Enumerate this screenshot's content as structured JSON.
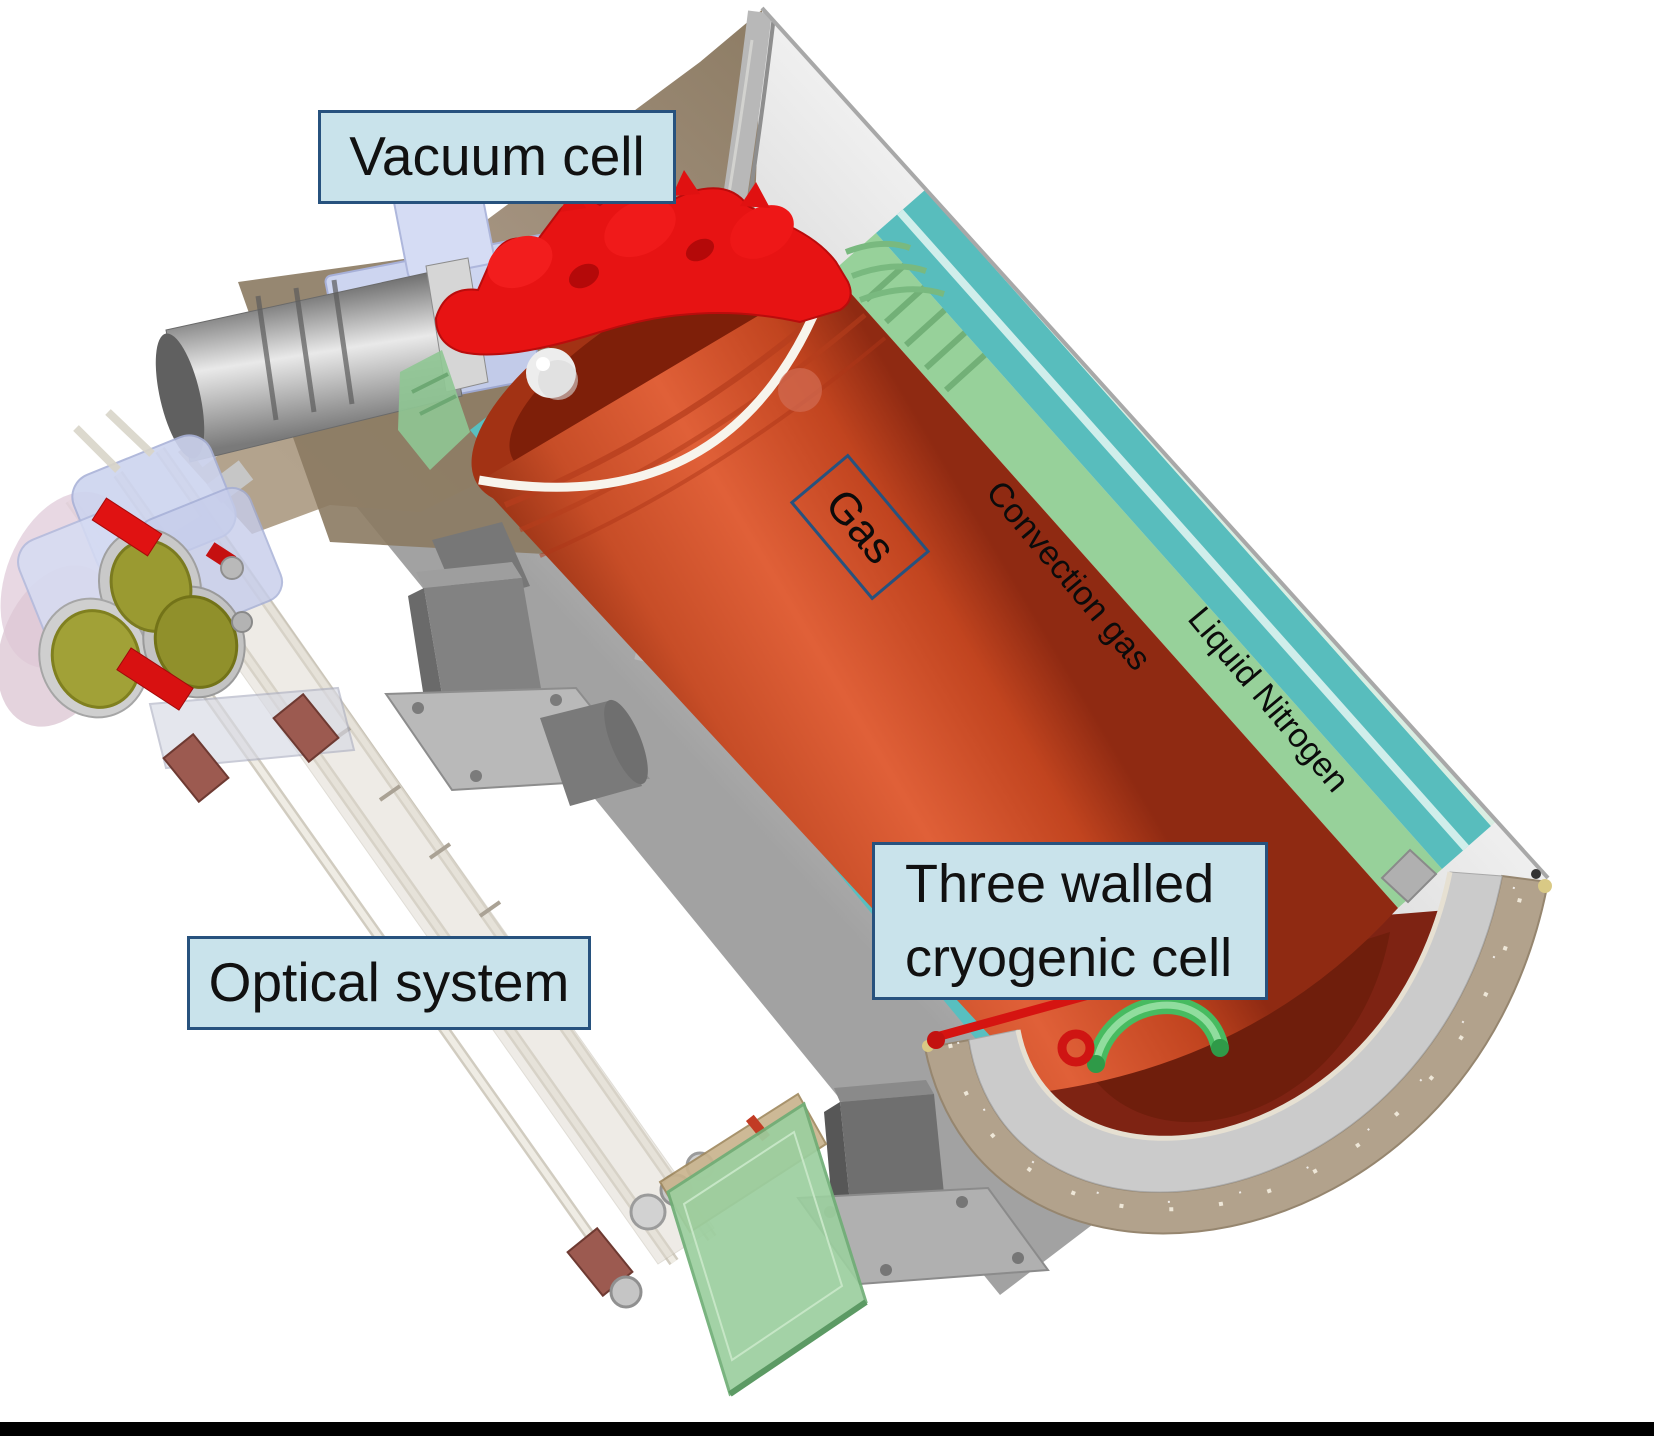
{
  "figure": {
    "type": "3D CAD cutaway diagram of a cryogenic gas cell with optical system",
    "labels": {
      "vacuum_cell": "Vacuum cell",
      "gas": "Gas",
      "convection_gas": "Convection gas",
      "liquid_nitrogen": "Liquid Nitrogen",
      "three_walled_line1": "Three walled",
      "three_walled_line2": "cryogenic cell",
      "optical_system": "Optical system"
    },
    "colors": {
      "label_fill": "#c9e3eb",
      "label_border": "#27527e",
      "label_text": "#111111",
      "background": "#ffffff",
      "frame_bar": "#000000",
      "gas_cell_red": "#d9532c",
      "flange_red": "#e71313",
      "convection_green": "#a7d9ac",
      "nitrogen_teal": "#58bfc0",
      "vessel_gray": "#c6c6c6",
      "cut_face_tan": "#a1907a",
      "cap_interior_maroon": "#7e2313",
      "optics_lens_olive": "#9a9a31",
      "optics_glass_green": "#9ccf9f",
      "flange_lavender": "#cdd5f0"
    }
  }
}
